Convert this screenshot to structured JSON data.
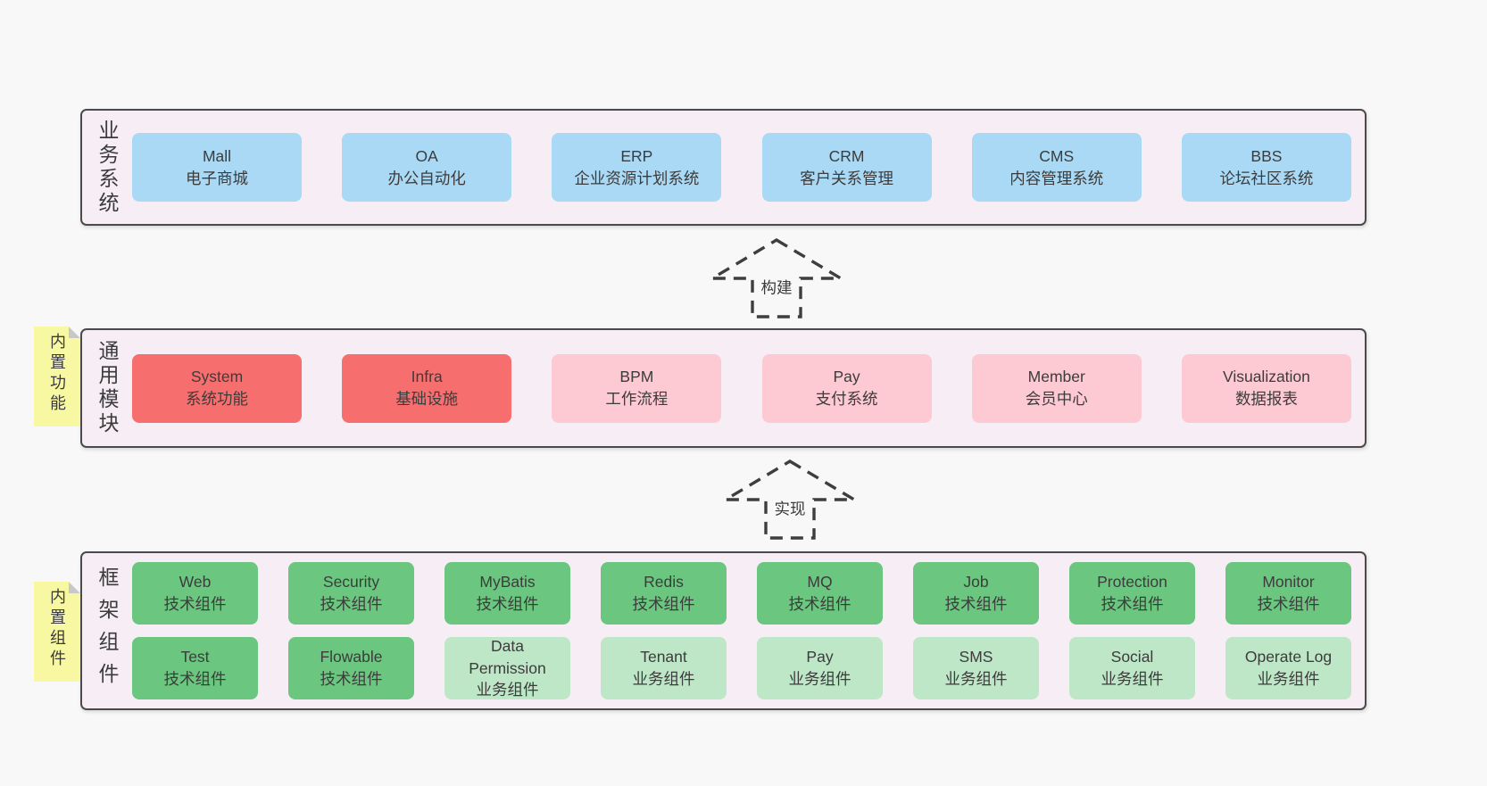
{
  "diagram": {
    "colors": {
      "page_bg": "#f8f8f8",
      "band_bg": "#f6edf5",
      "band_border": "#4a4a4a",
      "business_box_blue": "#a9d9f5",
      "core_module_box_red": "#f76e6e",
      "optional_module_box_pink": "#fdc9d2",
      "tech_component_box_green": "#6bc77f",
      "biz_component_box_light_green": "#bde7c6",
      "sticky_note_yellow": "#f8f8a2",
      "arrow_stroke": "#3e3e3e",
      "text": "#3c3c3c"
    },
    "arrows": [
      {
        "id": "build",
        "label": "构建"
      },
      {
        "id": "implement",
        "label": "实现"
      }
    ],
    "bands": [
      {
        "label": "业务系统",
        "rows": [
          [
            {
              "en": "Mall",
              "zh": "电子商城"
            },
            {
              "en": "OA",
              "zh": "办公自动化"
            },
            {
              "en": "ERP",
              "zh": "企业资源计划系统"
            },
            {
              "en": "CRM",
              "zh": "客户关系管理"
            },
            {
              "en": "CMS",
              "zh": "内容管理系统"
            },
            {
              "en": "BBS",
              "zh": "论坛社区系统"
            }
          ]
        ]
      },
      {
        "label": "通用模块",
        "note": "内置功能",
        "rows": [
          [
            {
              "en": "System",
              "zh": "系统功能"
            },
            {
              "en": "Infra",
              "zh": "基础设施"
            },
            {
              "en": "BPM",
              "zh": "工作流程"
            },
            {
              "en": "Pay",
              "zh": "支付系统"
            },
            {
              "en": "Member",
              "zh": "会员中心"
            },
            {
              "en": "Visualization",
              "zh": "数据报表"
            }
          ]
        ]
      },
      {
        "label": "框架组件",
        "note": "内置组件",
        "rows": [
          [
            {
              "en": "Web",
              "zh": "技术组件"
            },
            {
              "en": "Security",
              "zh": "技术组件"
            },
            {
              "en": "MyBatis",
              "zh": "技术组件"
            },
            {
              "en": "Redis",
              "zh": "技术组件"
            },
            {
              "en": "MQ",
              "zh": "技术组件"
            },
            {
              "en": "Job",
              "zh": "技术组件"
            },
            {
              "en": "Protection",
              "zh": "技术组件"
            },
            {
              "en": "Monitor",
              "zh": "技术组件"
            }
          ],
          [
            {
              "en": "Test",
              "zh": "技术组件"
            },
            {
              "en": "Flowable",
              "zh": "技术组件"
            },
            {
              "en": "Data Permission",
              "zh": "业务组件"
            },
            {
              "en": "Tenant",
              "zh": "业务组件"
            },
            {
              "en": "Pay",
              "zh": "业务组件"
            },
            {
              "en": "SMS",
              "zh": "业务组件"
            },
            {
              "en": "Social",
              "zh": "业务组件"
            },
            {
              "en": "Operate Log",
              "zh": "业务组件"
            }
          ]
        ]
      }
    ]
  }
}
